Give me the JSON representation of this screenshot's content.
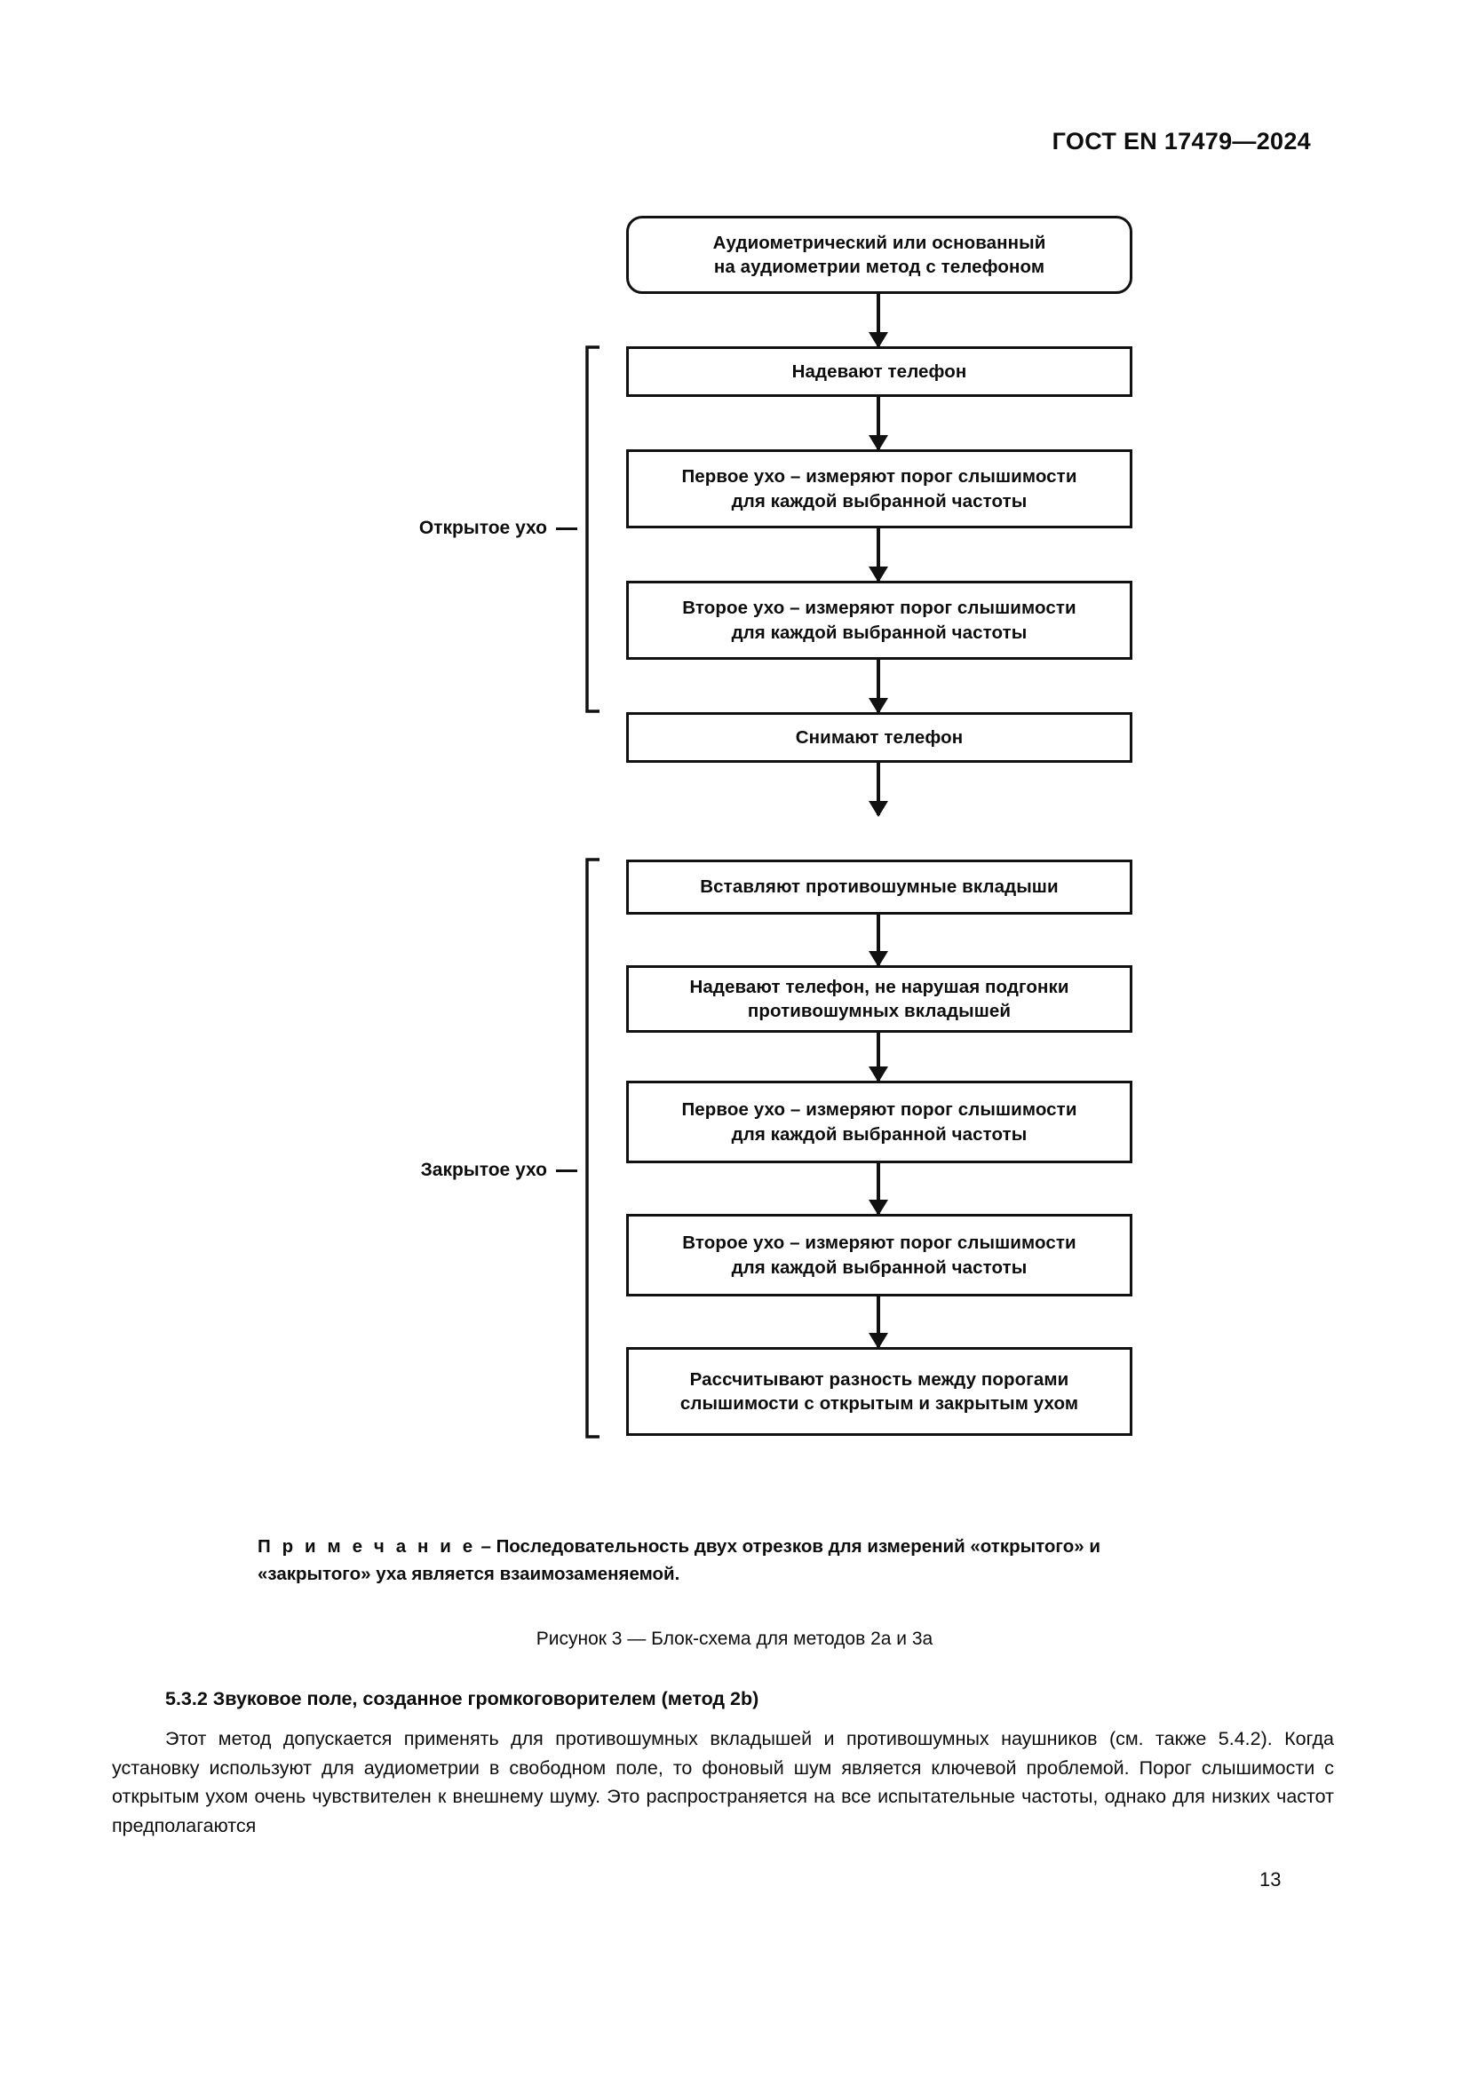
{
  "header": {
    "standard_title": "ГОСТ EN 17479—2024"
  },
  "figure": {
    "nodes": [
      {
        "id": "start",
        "text": "Аудиометрический или основанный\nна аудиометрии метод с телефоном",
        "shape": "rounded-rect"
      },
      {
        "id": "put-on-phone",
        "text": "Надевают телефон",
        "shape": "rect"
      },
      {
        "id": "open-first-ear",
        "text": "Первое ухо – измеряют порог слышимости\nдля каждой выбранной частоты",
        "shape": "rect"
      },
      {
        "id": "open-second-ear",
        "text": "Второе ухо – измеряют порог слышимости\nдля каждой выбранной частоты",
        "shape": "rect"
      },
      {
        "id": "remove-phone",
        "text": "Снимают телефон",
        "shape": "rect"
      },
      {
        "id": "insert-earplugs",
        "text": "Вставляют противошумные вкладыши",
        "shape": "rect"
      },
      {
        "id": "put-on-phone-2",
        "text": "Надевают телефон, не нарушая подгонки\nпротивошумных вкладышей",
        "shape": "rect"
      },
      {
        "id": "closed-first-ear",
        "text": "Первое ухо – измеряют порог слышимости\nдля каждой выбранной частоты",
        "shape": "rect"
      },
      {
        "id": "closed-second-ear",
        "text": "Второе ухо – измеряют порог слышимости\nдля каждой выбранной частоты",
        "shape": "rect"
      },
      {
        "id": "calculate-diff",
        "text": "Рассчитывают разность между порогами\nслышимости с открытым и закрытым ухом",
        "shape": "rect"
      }
    ],
    "group_labels": {
      "open_ear": "Открытое ухо",
      "closed_ear": "Закрытое ухо"
    },
    "note": {
      "label": "П р и м е ч а н и е",
      "body": " – Последовательность двух отрезков для измерений «открытого» и «закрытого» уха является взаимозаменяемой."
    },
    "caption": "Рисунок 3 — Блок-схема для методов 2a и 3a"
  },
  "section": {
    "heading": "5.3.2 Звуковое поле, созданное громкоговорителем (метод 2b)",
    "paragraph": "Этот метод допускается применять для противошумных вкладышей и противошумных наушников (см. также 5.4.2). Когда установку используют для аудиометрии в свободном поле, то фоновый шум является ключевой проблемой. Порог слышимости с открытым ухом очень чувствителен к внешнему шуму. Это распространяется на все испытательные частоты, однако для низких частот предполагаются"
  },
  "footer": {
    "page_number": "13"
  },
  "colors": {
    "ink": "#0d0d0d",
    "line": "#111111",
    "paper": "#ffffff"
  }
}
